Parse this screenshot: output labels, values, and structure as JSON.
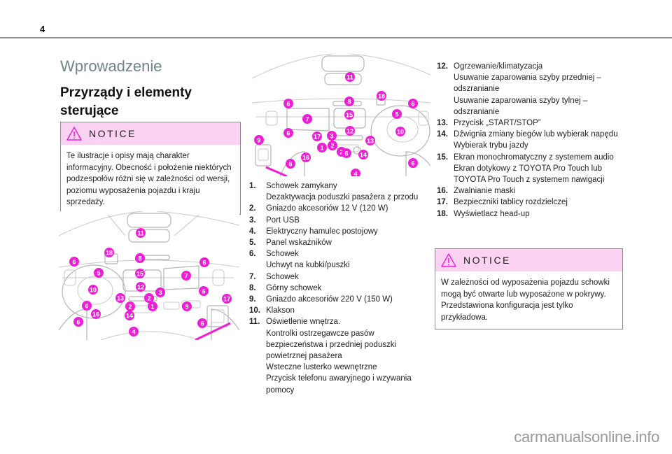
{
  "page": {
    "number": "4",
    "section_title": "Wprowadzenie",
    "subsection_title": "Przyrządy i elementy sterujące"
  },
  "notices": [
    {
      "icon": "warning-triangle-icon",
      "label": "NOTICE",
      "text": "Te ilustracje i opisy mają charakter informacyjny. Obecność i położenie niektórych podzespołów różni się w zależności od wersji, poziomu wyposażenia pojazdu i kraju sprzedaży."
    },
    {
      "icon": "warning-triangle-icon",
      "label": "NOTICE",
      "text": "W zależności od wyposażenia pojazdu schowki mogą być otwarte lub wyposażone w pokrywy. Przedstawiona konfiguracja jest tylko przykładowa."
    }
  ],
  "illustrations": {
    "lhd": {
      "description": "dashboard-left-hand-drive",
      "callouts": [
        "11",
        "18",
        "8",
        "6",
        "6",
        "5",
        "15",
        "7",
        "10",
        "12",
        "3",
        "6",
        "13",
        "2",
        "1",
        "2",
        "9",
        "17",
        "6",
        "16",
        "14",
        "6",
        "6",
        "4"
      ]
    },
    "rhd": {
      "description": "dashboard-right-hand-drive",
      "callouts": [
        "11",
        "18",
        "8",
        "6",
        "6",
        "15",
        "5",
        "7",
        "10",
        "6",
        "12",
        "3",
        "17",
        "13",
        "2",
        "1",
        "2",
        "6",
        "9",
        "14",
        "16",
        "6",
        "6",
        "4"
      ]
    }
  },
  "legend": [
    {
      "num": "1.",
      "lines": [
        "Schowek zamykany",
        "Dezaktywacja poduszki pasażera z przodu"
      ]
    },
    {
      "num": "2.",
      "lines": [
        "Gniazdo akcesoriów 12 V (120 W)"
      ]
    },
    {
      "num": "3.",
      "lines": [
        "Port USB"
      ]
    },
    {
      "num": "4.",
      "lines": [
        "Elektryczny hamulec postojowy"
      ]
    },
    {
      "num": "5.",
      "lines": [
        "Panel wskaźników"
      ]
    },
    {
      "num": "6.",
      "lines": [
        "Schowek",
        "Uchwyt na kubki/puszki"
      ]
    },
    {
      "num": "7.",
      "lines": [
        "Schowek"
      ]
    },
    {
      "num": "8.",
      "lines": [
        "Górny schowek"
      ]
    },
    {
      "num": "9.",
      "lines": [
        "Gniazdo akcesoriów 220 V (150 W)"
      ]
    },
    {
      "num": "10.",
      "lines": [
        "Klakson"
      ]
    },
    {
      "num": "11.",
      "lines": [
        "Oświetlenie wnętrza.",
        "Kontrolki ostrzegawcze pasów bezpieczeństwa i przedniej poduszki powietrznej pasażera",
        "Wsteczne lusterko wewnętrzne",
        "Przycisk telefonu awaryjnego i wzywania pomocy"
      ]
    },
    {
      "num": "12.",
      "lines": [
        "Ogrzewanie/klimatyzacja",
        "Usuwanie zaparowania szyby przedniej – odszranianie",
        "Usuwanie zaparowania szyby tylnej – odszranianie"
      ]
    },
    {
      "num": "13.",
      "lines": [
        "Przycisk „START/STOP”"
      ]
    },
    {
      "num": "14.",
      "lines": [
        "Dźwignia zmiany biegów lub wybierak napędu",
        "Wybierak trybu jazdy"
      ]
    },
    {
      "num": "15.",
      "lines": [
        "Ekran monochromatyczny z systemem audio",
        "Ekran dotykowy z TOYOTA Pro Touch lub TOYOTA Pro Touch z systemem nawigacji"
      ]
    },
    {
      "num": "16.",
      "lines": [
        "Zwalnianie maski"
      ]
    },
    {
      "num": "17.",
      "lines": [
        "Bezpieczniki tablicy rozdzielczej"
      ]
    },
    {
      "num": "18.",
      "lines": [
        "Wyświetlacz head-up"
      ]
    }
  ],
  "colors": {
    "notice_header_bg": "#fbd2f2",
    "callout": "#ee1ed6",
    "section_title": "#6e8584",
    "rule": "#8a9a96"
  },
  "watermark": "carmanualsonline.info"
}
